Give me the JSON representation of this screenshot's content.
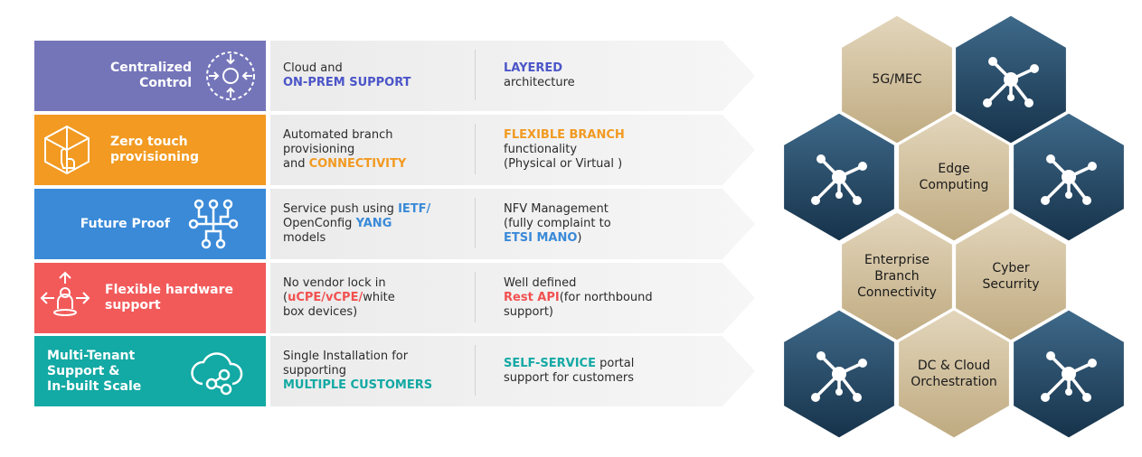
{
  "colors": {
    "purple": "#7475B9",
    "orange": "#F29A21",
    "blue": "#3A8AD8",
    "red": "#F25A5A",
    "teal": "#13A9A4",
    "hl_blue": "#4B55C8",
    "hl_orange": "#F29A21",
    "hl_lightblue": "#3A8AD8",
    "hl_red": "#F25050",
    "hl_teal": "#13A9A4",
    "hex_tan": "#D5C4A2",
    "hex_navy": "#1E3C56"
  },
  "rows": [
    {
      "label": [
        "Centralized",
        "Control"
      ],
      "icon": "centralized-control-icon",
      "col1": [
        [
          "Cloud and",
          ""
        ],
        [
          "",
          "ON-PREM SUPPORT"
        ]
      ],
      "col2": [
        [
          "",
          "LAYERED"
        ],
        [
          "architecture",
          ""
        ]
      ]
    },
    {
      "label": [
        "Zero touch",
        "provisioning"
      ],
      "icon": "zero-touch-cube-icon",
      "col1": [
        [
          "Automated branch",
          ""
        ],
        [
          "provisioning",
          ""
        ],
        [
          "and ",
          "CONNECTIVITY"
        ]
      ],
      "col2": [
        [
          "",
          "FLEXIBLE BRANCH"
        ],
        [
          "functionality",
          ""
        ],
        [
          "(Physical or Virtual )",
          ""
        ]
      ]
    },
    {
      "label": [
        "Future Proof"
      ],
      "icon": "circuit-icon",
      "col1": [
        [
          "Service push using ",
          "IETF/"
        ],
        [
          "OpenConfig ",
          "YANG"
        ],
        [
          "models",
          ""
        ]
      ],
      "col2": [
        [
          "NFV Management",
          ""
        ],
        [
          "(fully complaint to",
          ""
        ],
        [
          "",
          "ETSI MANO",
          ")"
        ]
      ]
    },
    {
      "label": [
        "Flexible hardware",
        "support"
      ],
      "icon": "user-arrows-icon",
      "col1": [
        [
          "No vendor lock in",
          ""
        ],
        [
          "(",
          "uCPE/vCPE/",
          "white"
        ],
        [
          "box devices)",
          ""
        ]
      ],
      "col2": [
        [
          "Well defined",
          ""
        ],
        [
          "",
          "Rest API",
          "(for northbound"
        ],
        [
          "support)",
          ""
        ]
      ]
    },
    {
      "label": [
        "Multi-Tenant",
        "Support &",
        "In-built Scale"
      ],
      "icon": "cloud-network-icon",
      "col1": [
        [
          "Single Installation for",
          ""
        ],
        [
          "supporting",
          ""
        ],
        [
          "",
          "MULTIPLE CUSTOMERS"
        ]
      ],
      "col2": [
        [
          "",
          "SELF-SERVICE",
          " portal"
        ],
        [
          "support for customers",
          ""
        ]
      ]
    }
  ],
  "hexes": [
    {
      "label": "5G/MEC"
    },
    {
      "label": "Edge Computing"
    },
    {
      "label": "Enterprise Branch Connectivity"
    },
    {
      "label": "Cyber Securrity"
    },
    {
      "label": "DC & Cloud Orchestration"
    }
  ],
  "hex_icon": "network-node-icon"
}
